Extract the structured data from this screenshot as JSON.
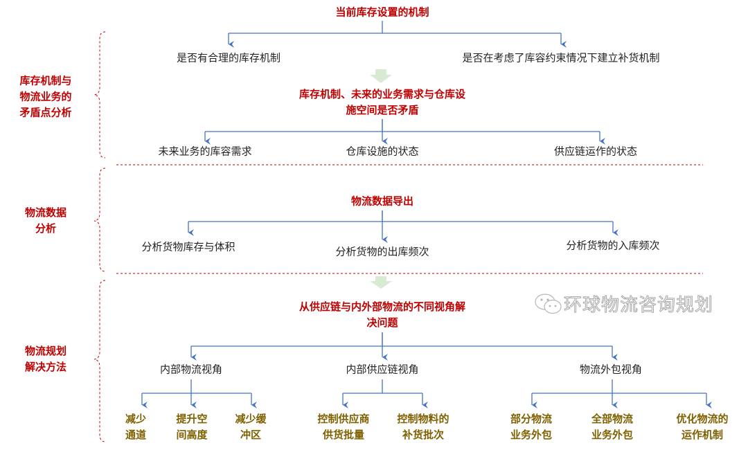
{
  "colors": {
    "heading": "#c00000",
    "leaf": "#7f6000",
    "connector": "#4472c4",
    "divider": "#c00000",
    "step_arrow": "#d9ead3"
  },
  "section1": {
    "side_label": [
      "库存机制与",
      "物流业务的",
      "矛盾点分析"
    ],
    "title": "当前库存设置的机制",
    "level1": [
      "是否有合理的库存机制",
      "是否在考虑了库容约束情况下建立补货机制"
    ],
    "subtitle": [
      "库存机制、未来的业务需求与仓库设",
      "施空间是否矛盾"
    ],
    "level2": [
      "未来业务的库容需求",
      "仓库设施的状态",
      "供应链运作的状态"
    ]
  },
  "section2": {
    "side_label": [
      "物流数据",
      "分析"
    ],
    "title": "物流数据导出",
    "level1": [
      "分析货物库存与体积",
      "分析货物的出库频次",
      "分析货物的入库频次"
    ]
  },
  "section3": {
    "side_label": [
      "物流规划",
      "解决方法"
    ],
    "title": [
      "从供应链与内外部物流的不同视角解",
      "决问题"
    ],
    "perspectives": [
      "内部物流视角",
      "内部供应链视角",
      "物流外包视角"
    ],
    "leaves": [
      [
        "减少",
        "通道"
      ],
      [
        "提升空",
        "间高度"
      ],
      [
        "减少缓",
        "冲区"
      ],
      [
        "控制供应商",
        "供货批量"
      ],
      [
        "控制物料的",
        "补货批次"
      ],
      [
        "部分物流",
        "业务外包"
      ],
      [
        "全部物流",
        "业务外包"
      ],
      [
        "优化物流的",
        "运作机制"
      ]
    ]
  },
  "watermark": {
    "icon": "wechat-icon",
    "text": "环球物流咨询规划"
  }
}
